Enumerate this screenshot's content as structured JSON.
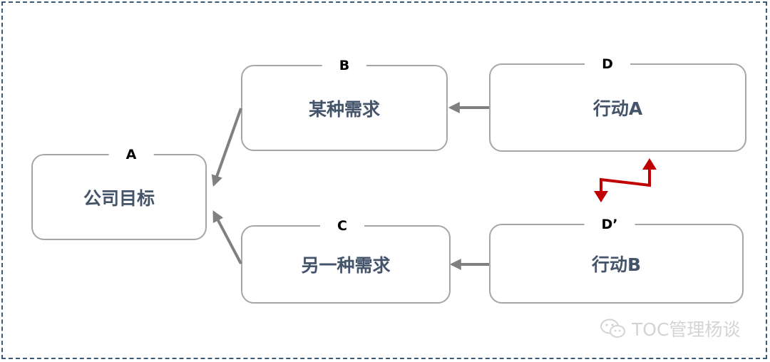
{
  "boxes": {
    "a": {
      "tag": "A",
      "text": "公司目标"
    },
    "b": {
      "tag": "B",
      "text": "某种需求"
    },
    "c": {
      "tag": "C",
      "text": "另一种需求"
    },
    "d": {
      "tag": "D",
      "text": "行动A"
    },
    "d_prime": {
      "tag": "D’",
      "text": "行动B"
    }
  },
  "colors": {
    "box_border": "#a6a6a6",
    "box_text": "#44546a",
    "arrow": "#808080",
    "conflict_arrow": "#c00000",
    "frame": "#3b5a78"
  },
  "watermark": {
    "text": "TOC管理杨谈",
    "icon": "wechat-icon"
  }
}
